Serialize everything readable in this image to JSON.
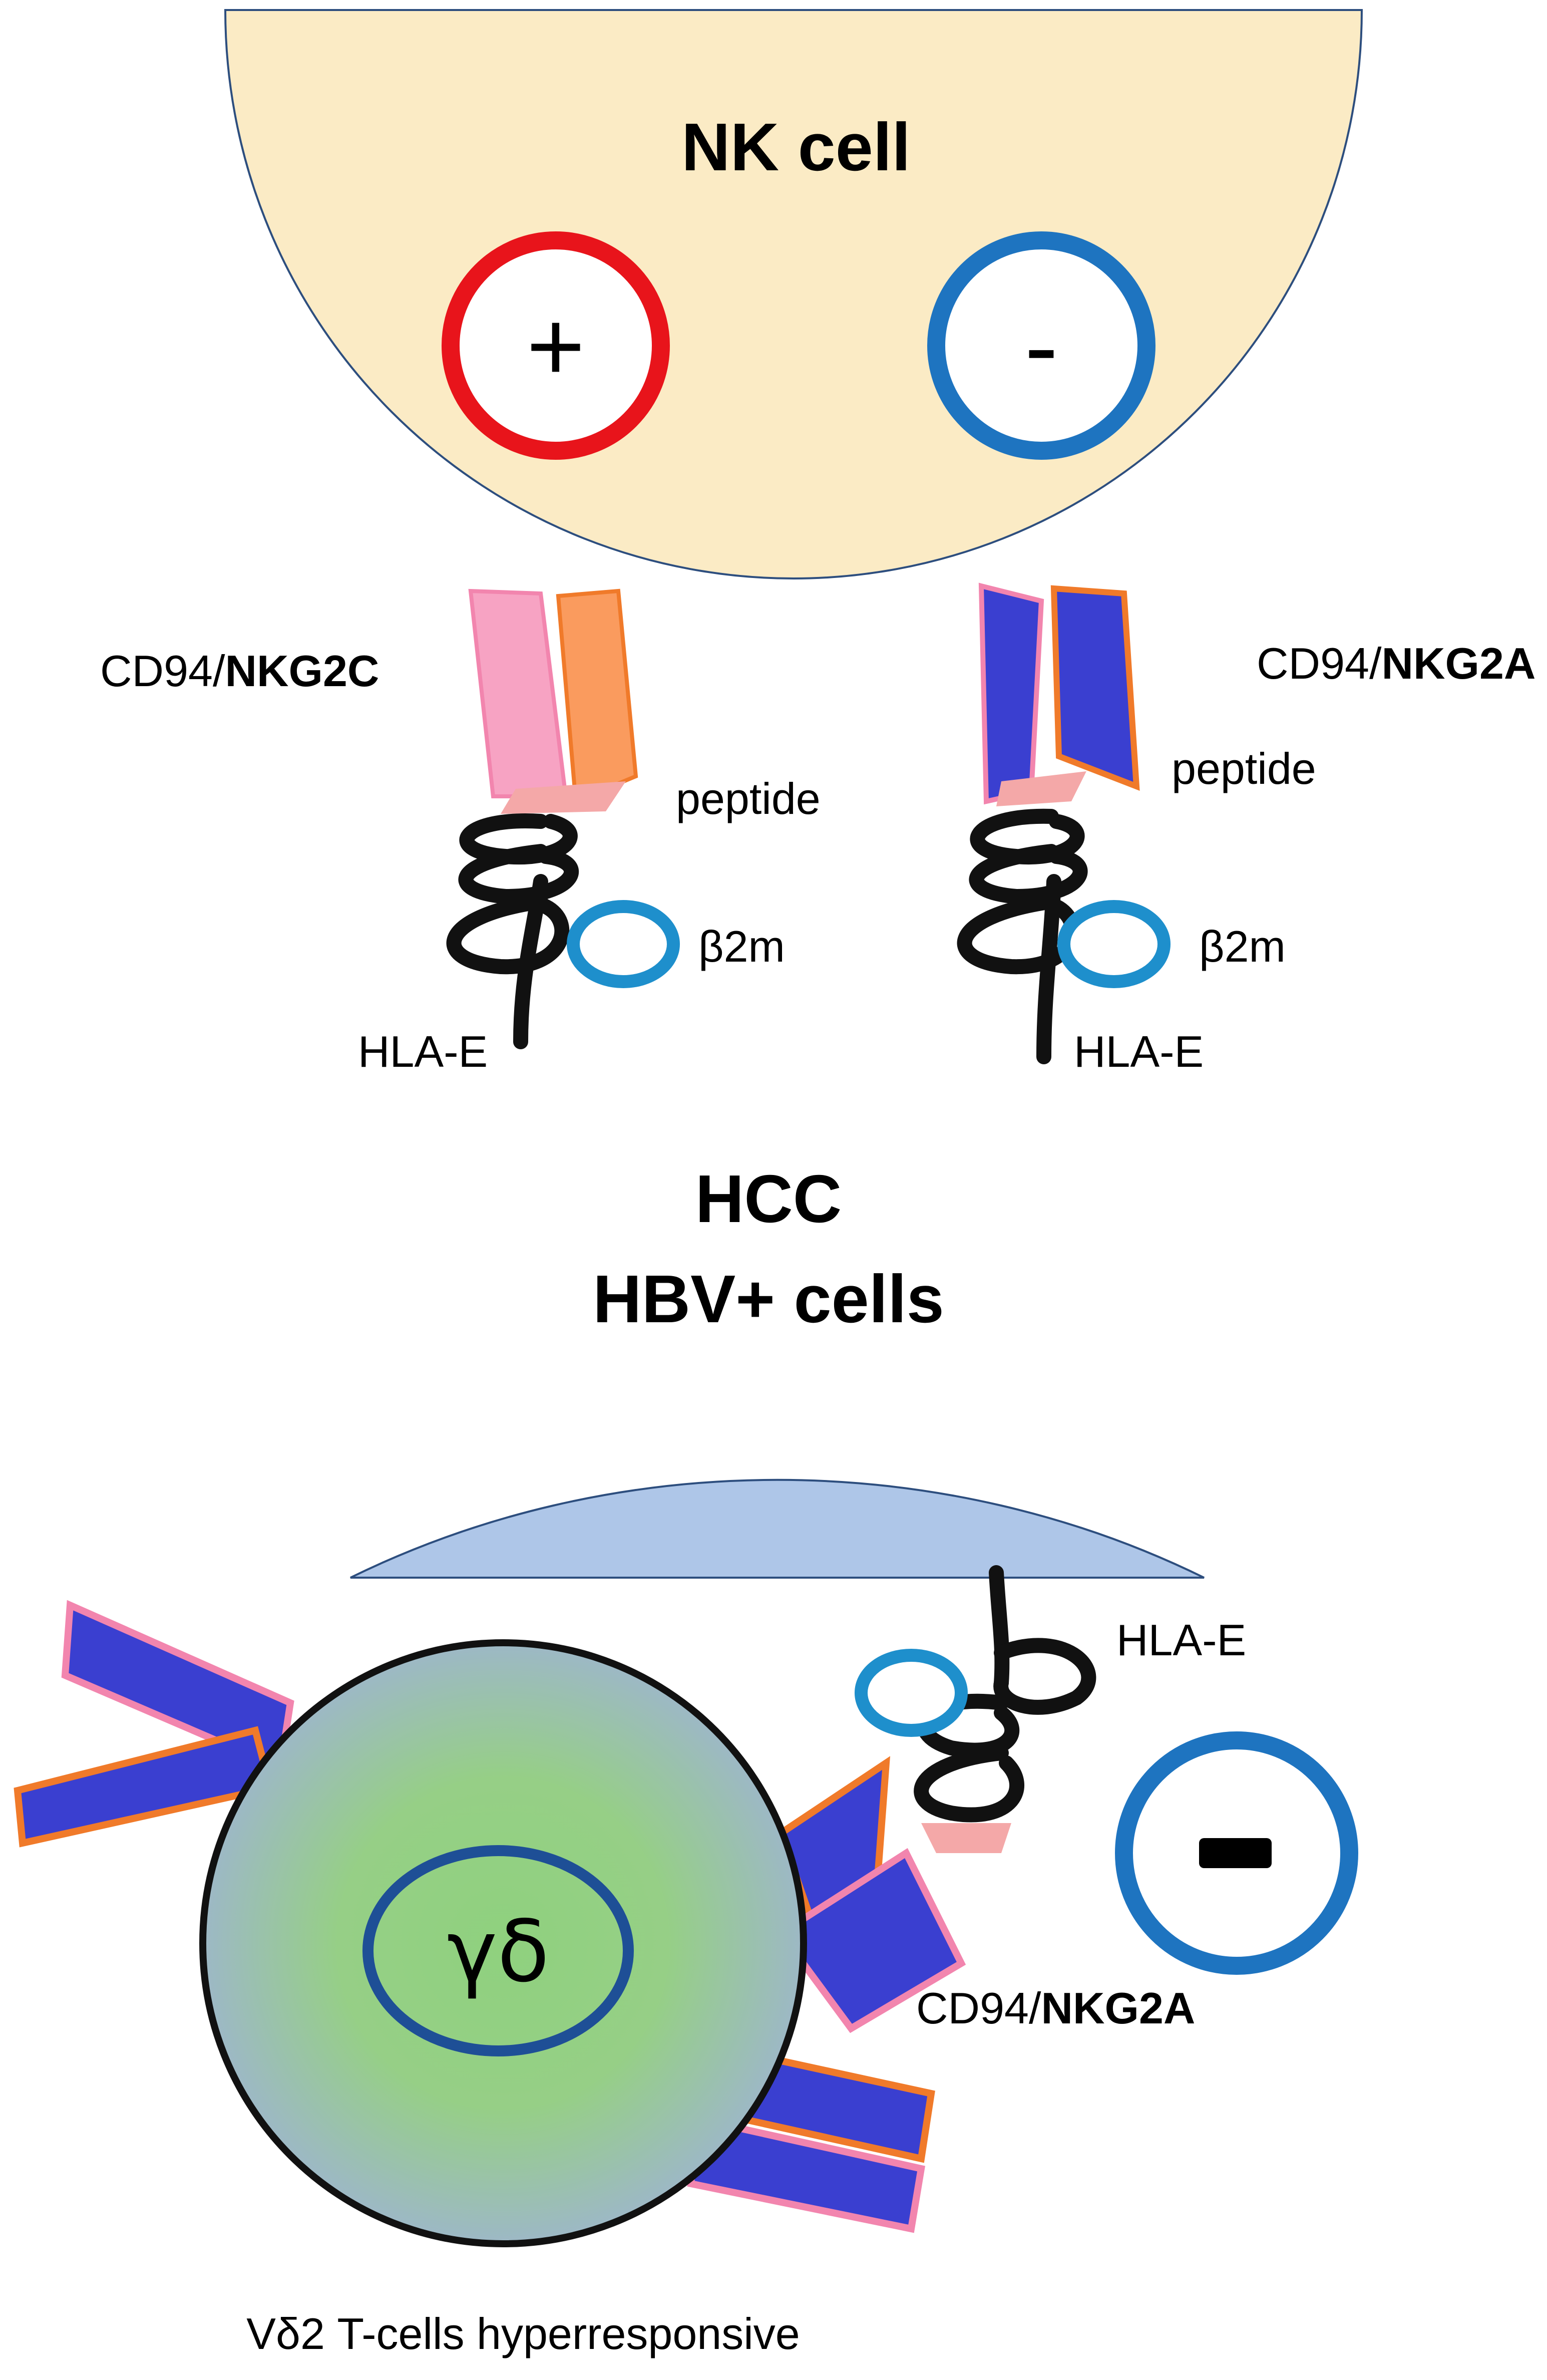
{
  "nk_cell": {
    "title": "NK cell",
    "activating_sign": "+",
    "inhibitory_sign": "-"
  },
  "left_receptor": {
    "name_prefix": "CD94/",
    "name_bold": "NKG2C",
    "peptide_label": "peptide",
    "b2m_label": "β2m",
    "hla_label": "HLA-E"
  },
  "right_receptor": {
    "name_prefix": "CD94/",
    "name_bold": "NKG2A",
    "peptide_label": "peptide",
    "b2m_label": "β2m",
    "hla_label": "HLA-E"
  },
  "hcc_cell": {
    "line1": "HCC",
    "line2": "HBV+ cells"
  },
  "lower_hla": {
    "hla_label": "HLA-E"
  },
  "gd_cell": {
    "label": "γδ",
    "receptor_prefix": "CD94/",
    "receptor_bold": "NKG2A",
    "caption": "Vδ2 T-cells hyperresponsive"
  },
  "colors": {
    "nk_fill": "#FBEBC5",
    "hcc_fill": "#AEC6E8",
    "activating_ring": "#E8141B",
    "inhibitory_ring": "#1E74C0",
    "nkg2c_pink": "#F7A3C3",
    "nkg2c_orange": "#FA9B5E",
    "nkg2a_blue": "#3A3FD0",
    "nkg2a_edge": "#F07A2A",
    "peptide": "#F4A8A8",
    "b2m": "#1E8FCC",
    "gd_center": "#8FD17E",
    "gd_edge": "#9DB8C6",
    "gd_nucleus": "#1E4F96"
  }
}
